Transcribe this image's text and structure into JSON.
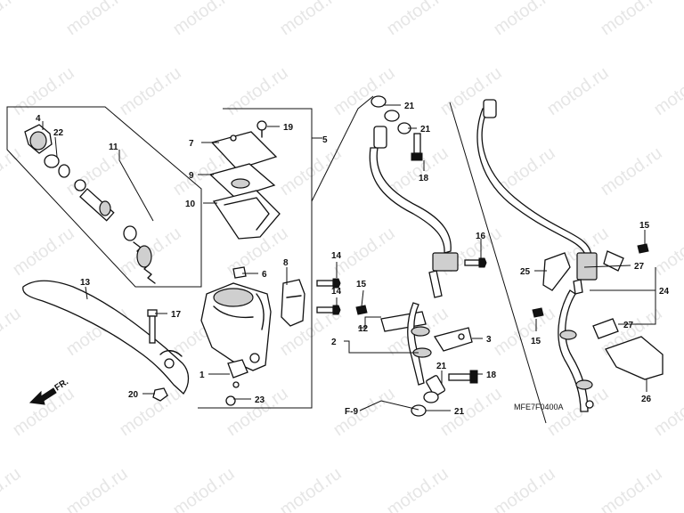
{
  "watermark": "motod.ru",
  "diagram_code": "MFE7F0400A",
  "front_indicator": "FR.",
  "reference": "F-9",
  "callouts": {
    "c1": "1",
    "c2": "2",
    "c3": "3",
    "c4": "4",
    "c5": "5",
    "c6": "6",
    "c7": "7",
    "c8": "8",
    "c9": "9",
    "c10": "10",
    "c11": "11",
    "c12": "12",
    "c13": "13",
    "c14": "14",
    "c15": "15",
    "c16": "16",
    "c17": "17",
    "c18": "18",
    "c19": "19",
    "c20": "20",
    "c21": "21",
    "c22": "22",
    "c23": "23",
    "c24": "24",
    "c25": "25",
    "c26": "26",
    "c27": "27"
  }
}
